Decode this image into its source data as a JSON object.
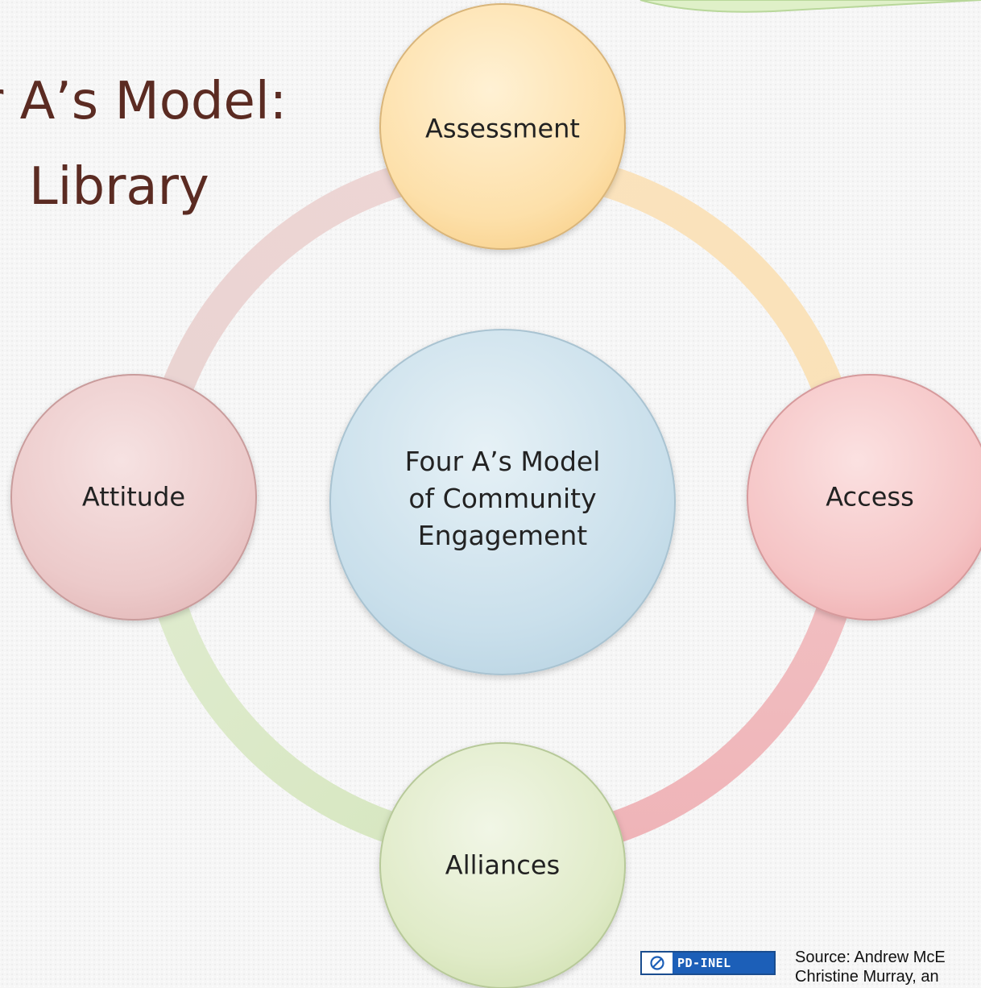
{
  "title": {
    "line1": "r A’s Model:",
    "line2": "Library"
  },
  "diagram": {
    "center": {
      "label": "Four A’s Model\nof  Community\nEngagement",
      "color": "#cfe4ef"
    },
    "nodes": [
      {
        "id": "assessment",
        "label": "Assessment",
        "color": "#fde2b0"
      },
      {
        "id": "access",
        "label": "Access",
        "color": "#f6c8c8"
      },
      {
        "id": "alliances",
        "label": "Alliances",
        "color": "#e2eccb"
      },
      {
        "id": "attitude",
        "label": "Attitude",
        "color": "#ecc9c9"
      }
    ]
  },
  "license": {
    "icon": "public-domain-icon",
    "text": "PD-INEL"
  },
  "source": {
    "line1": "Source: Andrew McE",
    "line2": "Christine Murray, an"
  },
  "colors": {
    "title": "#5b2b22",
    "license_bg": "#1c5fb8"
  }
}
